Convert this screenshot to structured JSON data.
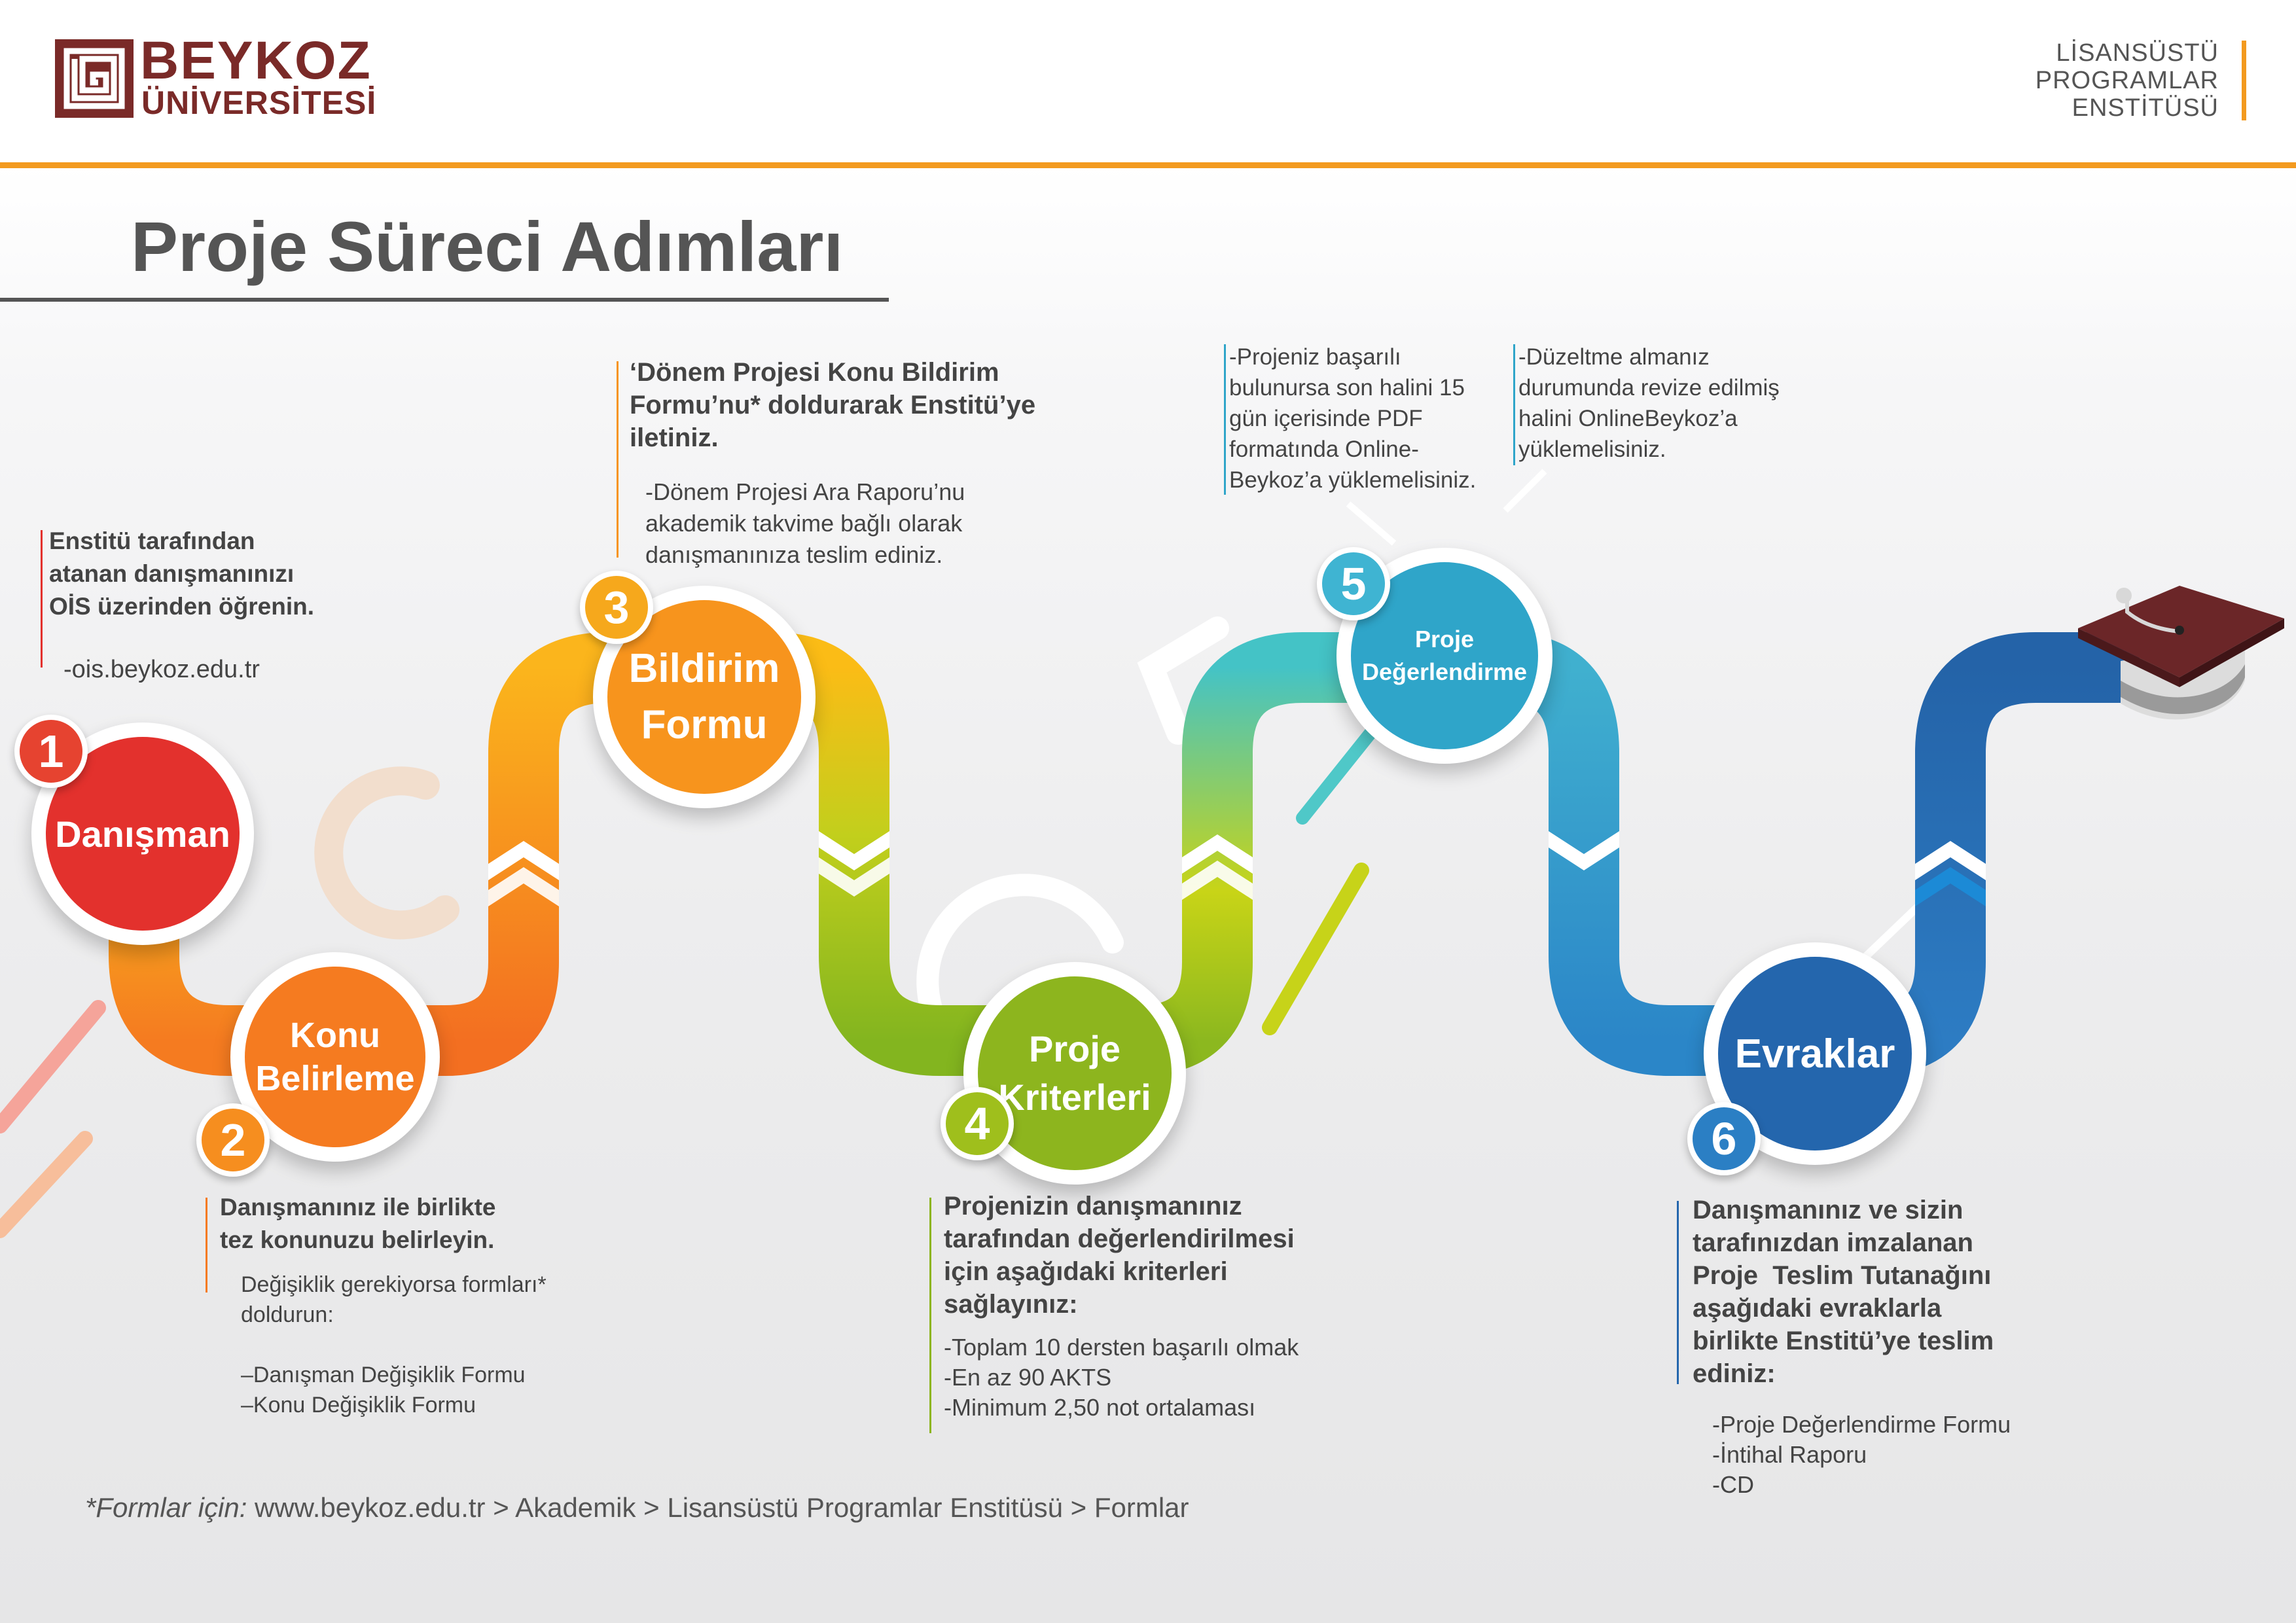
{
  "header": {
    "logo_line1": "BEYKOZ",
    "logo_line2": "ÜNİVERSİTESİ",
    "institute": [
      "LİSANSÜSTÜ",
      "PROGRAMLAR",
      "ENSTİTÜSÜ"
    ]
  },
  "title": "Proje Süreci Adımları",
  "colors": {
    "brand": "#7a2a28",
    "accent": "#f39a1f",
    "step1": "#e3312d",
    "step2": "#f57b20",
    "step3": "#f7941d",
    "step4": "#8db51e",
    "step5": "#2fa5c9",
    "step6": "#2466ad"
  },
  "steps": [
    {
      "number": "1",
      "label_lines": [
        "Danışman"
      ],
      "bold_lines": [
        "Enstitü tarafından",
        "atanan danışmanınızı",
        "OİS üzerinden öğrenin."
      ],
      "detail_lines": [
        "-ois.beykoz.edu.tr"
      ]
    },
    {
      "number": "2",
      "label_lines": [
        "Konu",
        "Belirleme"
      ],
      "bold_lines": [
        "Danışmanınız ile birlikte",
        "tez konunuzu belirleyin."
      ],
      "detail_lines": [
        "Değişiklik gerekiyorsa formları*",
        "doldurun:",
        "",
        "–Danışman Değişiklik Formu",
        "–Konu Değişiklik Formu"
      ]
    },
    {
      "number": "3",
      "label_lines": [
        "Bildirim",
        "Formu"
      ],
      "bold_lines": [
        "‘Dönem Projesi Konu Bildirim",
        "Formu’nu* doldurarak Enstitü’ye",
        "iletiniz."
      ],
      "detail_lines": [
        "-Dönem Projesi Ara Raporu’nu",
        "akademik takvime bağlı olarak",
        "danışmanınıza teslim ediniz."
      ]
    },
    {
      "number": "4",
      "label_lines": [
        "Proje",
        "Kriterleri"
      ],
      "bold_lines": [
        "Projenizin danışmanınız",
        "tarafından değerlendirilmesi",
        "için aşağıdaki kriterleri",
        "sağlayınız:"
      ],
      "detail_lines": [
        "-Toplam 10 dersten başarılı olmak",
        "-En az 90 AKTS",
        "-Minimum 2,50 not ortalaması"
      ]
    },
    {
      "number": "5",
      "label_lines": [
        "Proje",
        "Değerlendirme"
      ],
      "notes_left": [
        "-Projeniz başarılı",
        "bulunursa son halini 15",
        "gün içerisinde PDF",
        "formatında Online-",
        "Beykoz’a yüklemelisiniz."
      ],
      "notes_right": [
        "-Düzeltme almanız",
        "durumunda revize edilmiş",
        "halini OnlineBeykoz’a",
        "yüklemelisiniz."
      ]
    },
    {
      "number": "6",
      "label_lines": [
        "Evraklar"
      ],
      "bold_lines": [
        "Danışmanınız ve sizin",
        "tarafınızdan imzalanan",
        "Proje  Teslim Tutanağını",
        "aşağıdaki evraklarla",
        "birlikte Enstitü’ye teslim",
        "ediniz:"
      ],
      "detail_lines": [
        "-Proje Değerlendirme Formu",
        "-İntihal Raporu",
        "-CD"
      ]
    }
  ],
  "footer": {
    "prefix": "*Formlar için:",
    "path": " www.beykoz.edu.tr > Akademik > Lisansüstü Programlar Enstitüsü > Formlar"
  }
}
